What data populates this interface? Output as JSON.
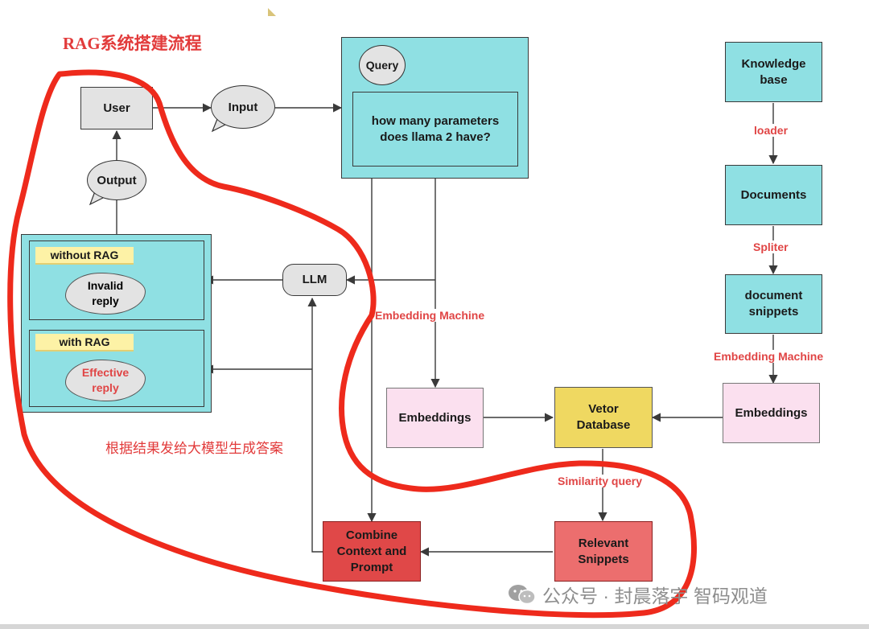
{
  "title": "RAG系统搭建流程",
  "note": "根据结果发给大模型生成答案",
  "watermark": "公众号 · 封晨落宇 智码观道",
  "nodes": {
    "user": "User",
    "input": "Input",
    "output": "Output",
    "query_label": "Query",
    "query_text": "how many parameters does llama 2 have?",
    "knowledge_base": "Knowledge base",
    "documents": "Documents",
    "document_snippets": "document snippets",
    "embeddings_left": "Embeddings",
    "embeddings_right": "Embeddings",
    "vector_db": "Vetor Database",
    "llm": "LLM",
    "combine": "Combine Context and Prompt",
    "relevant": "Relevant Snippets"
  },
  "edge_labels": {
    "loader": "loader",
    "spliter": "Spliter",
    "embedding_machine_right": "Embedding Machine",
    "embedding_machine_left": "Embedding Machine",
    "similarity": "Similarity query"
  },
  "panel": {
    "without_rag": "without RAG",
    "invalid_reply": "Invalid reply",
    "with_rag": "with RAG",
    "effective_reply": "Effective reply"
  },
  "colors": {
    "node_fill": "#8fe0e3",
    "grey_fill": "#e3e3e3",
    "embeddings_fill": "#fbe0ef",
    "database_fill": "#efd861",
    "combine_fill": "#e04848",
    "snippets_fill": "#ec6e6e",
    "annotation_red": "#e23b3b"
  }
}
